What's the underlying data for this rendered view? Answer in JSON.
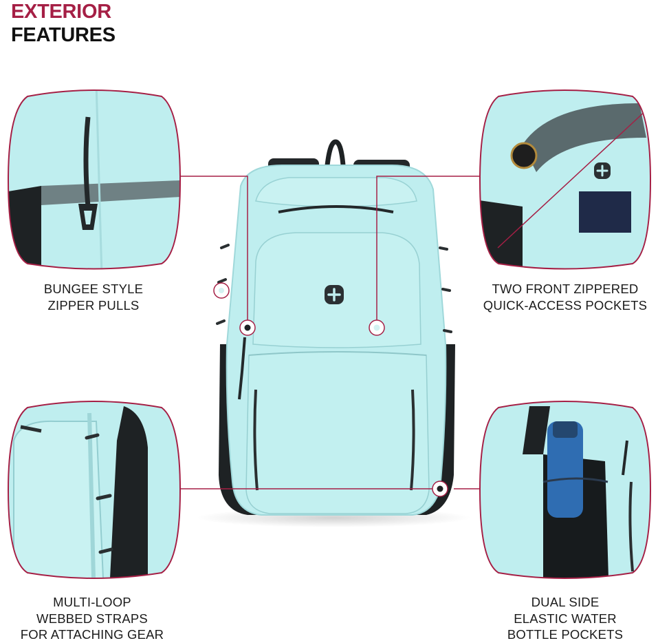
{
  "header": {
    "line1": "EXTERIOR",
    "line2": "FEATURES"
  },
  "colors": {
    "accent": "#a51f45",
    "pack_blue": "#bfeeef",
    "pack_dark": "#1e2224"
  },
  "features": {
    "zipper_pulls": [
      "BUNGEE STYLE",
      "ZIPPER PULLS"
    ],
    "front_pockets": [
      "TWO FRONT ZIPPERED",
      "QUICK-ACCESS POCKETS"
    ],
    "webbed_straps": [
      "MULTI-LOOP",
      "WEBBED STRAPS",
      "FOR ATTACHING GEAR"
    ],
    "side_pockets": [
      "DUAL SIDE",
      "ELASTIC WATER",
      "BOTTLE POCKETS"
    ]
  }
}
